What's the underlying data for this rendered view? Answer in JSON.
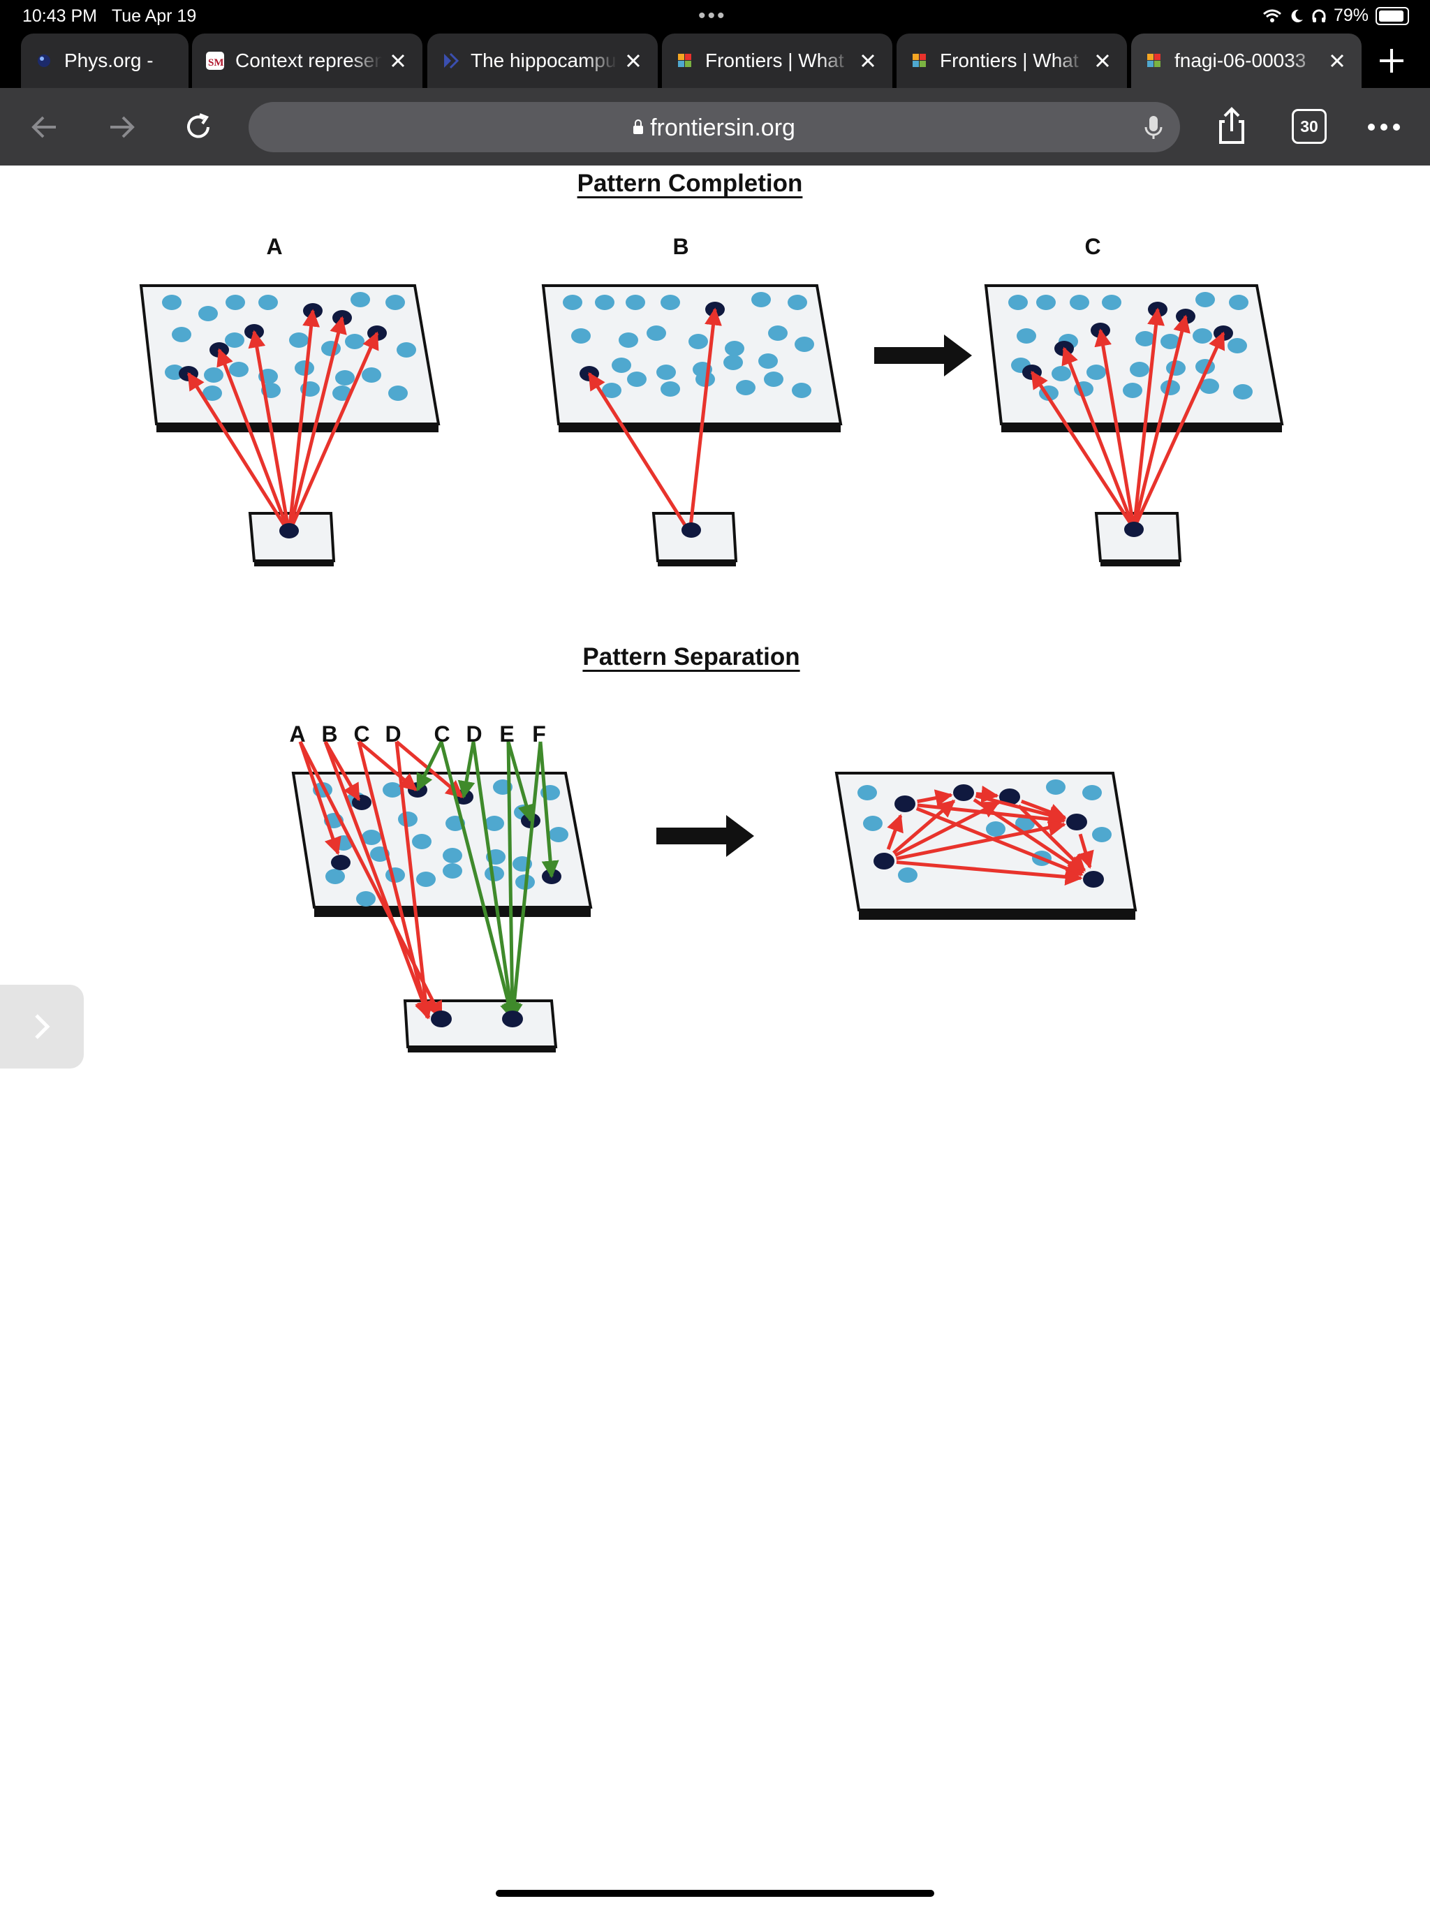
{
  "status_bar": {
    "time": "10:43 PM",
    "date": "Tue Apr 19",
    "battery": "79%",
    "battery_level": 0.79
  },
  "tabs": [
    {
      "title": "Phys.org -",
      "favicon": "physorg-favicon",
      "active": false
    },
    {
      "title": "Context representation",
      "favicon": "sm-favicon",
      "active": false
    },
    {
      "title": "The hippocampus",
      "favicon": "arrow-favicon",
      "active": false
    },
    {
      "title": "Frontiers | What",
      "favicon": "frontiers-favicon",
      "active": false
    },
    {
      "title": "Frontiers | What",
      "favicon": "frontiers-favicon",
      "active": false
    },
    {
      "title": "fnagi-06-00033",
      "favicon": "frontiers-favicon",
      "active": true
    }
  ],
  "address_bar": {
    "url": "frontiersin.org"
  },
  "toolbar": {
    "tab_count": "30"
  },
  "figure": {
    "pattern_completion": {
      "title": "Pattern Completion",
      "panel_labels": [
        "A",
        "B",
        "C"
      ]
    },
    "pattern_separation": {
      "title": "Pattern Separation",
      "input_labels": [
        "A",
        "B",
        "C",
        "D",
        "C",
        "D",
        "E",
        "F"
      ]
    }
  },
  "colors": {
    "red_arrow": "#e8332c",
    "green_arrow": "#3f8a2b",
    "light_cell": "#4fa8cf",
    "dark_cell": "#10193f"
  }
}
